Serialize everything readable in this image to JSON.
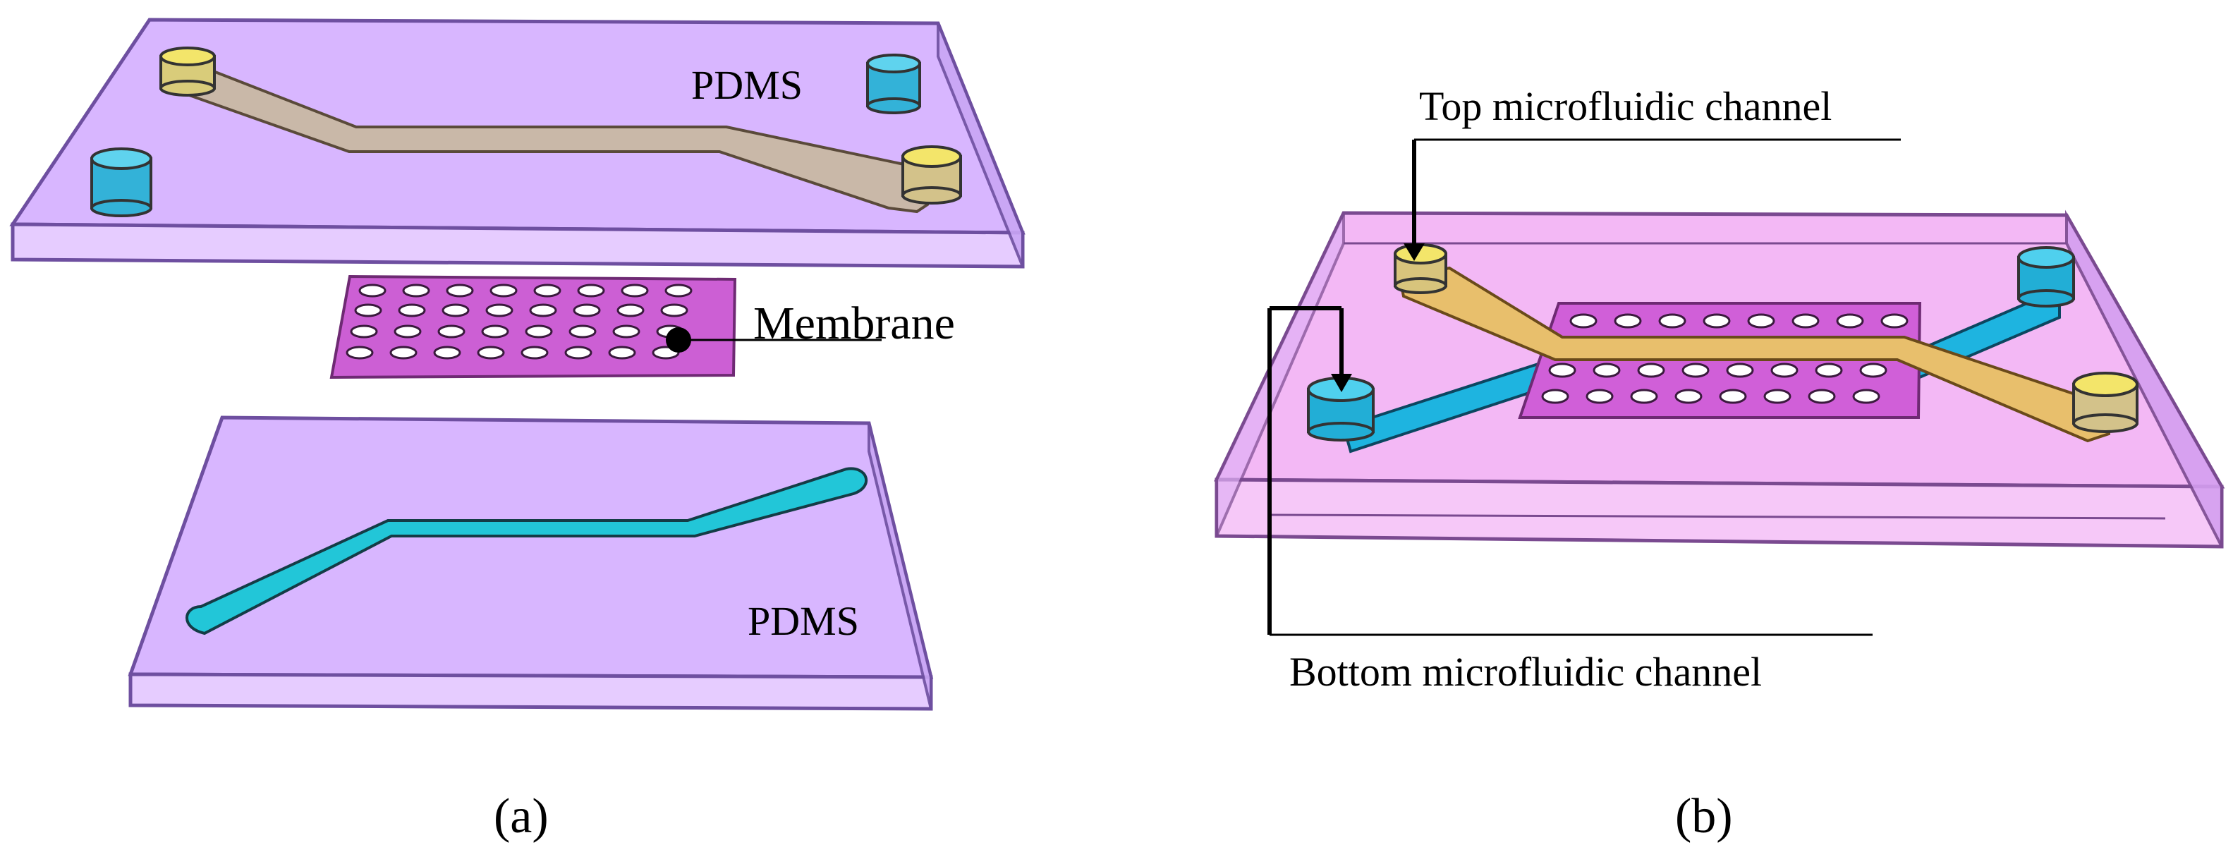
{
  "labels": {
    "pdms_top": "PDMS",
    "membrane": "Membrane",
    "pdms_bottom": "PDMS",
    "top_channel": "Top microfluidic channel",
    "bottom_channel": "Bottom microfluidic channel",
    "panel_a": "(a)",
    "panel_b": "(b)"
  },
  "colors": {
    "pdms_fill": "#d6b4ff",
    "pdms_edge": "#7a5aa8",
    "chip_fill": "#f5b4f5",
    "membrane": "#cc5fd4",
    "top_channel": "#e8bf6c",
    "top_channel_grey": "#c9b8a3",
    "bottom_channel": "#22b8d8",
    "well_yellow": "#f2e06a",
    "well_cyan": "#3cc4e6"
  }
}
